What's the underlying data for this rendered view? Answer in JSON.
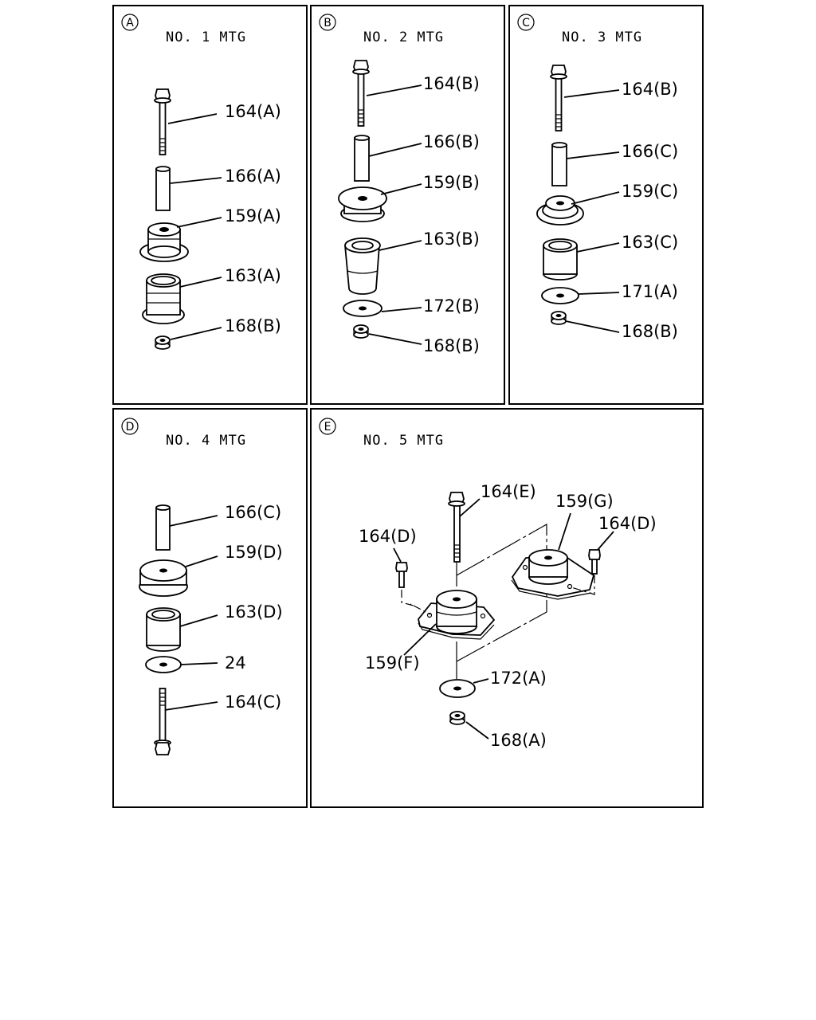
{
  "panels": [
    {
      "letter": "A",
      "title": "NO. 1  MTG"
    },
    {
      "letter": "B",
      "title": "NO. 2  MTG"
    },
    {
      "letter": "C",
      "title": "NO. 3  MTG"
    },
    {
      "letter": "D",
      "title": "NO. 4  MTG"
    },
    {
      "letter": "E",
      "title": "NO. 5  MTG"
    }
  ],
  "callouts": {
    "A": [
      "164(A)",
      "166(A)",
      "159(A)",
      "163(A)",
      "168(B)"
    ],
    "B": [
      "164(B)",
      "166(B)",
      "159(B)",
      "163(B)",
      "172(B)",
      "168(B)"
    ],
    "C": [
      "164(B)",
      "166(C)",
      "159(C)",
      "163(C)",
      "171(A)",
      "168(B)"
    ],
    "D": [
      "166(C)",
      "159(D)",
      "163(D)",
      "24",
      "164(C)"
    ],
    "E": [
      "164(E)",
      "159(G)",
      "164(D)",
      "164(D)",
      "159(F)",
      "172(A)",
      "168(A)"
    ]
  }
}
